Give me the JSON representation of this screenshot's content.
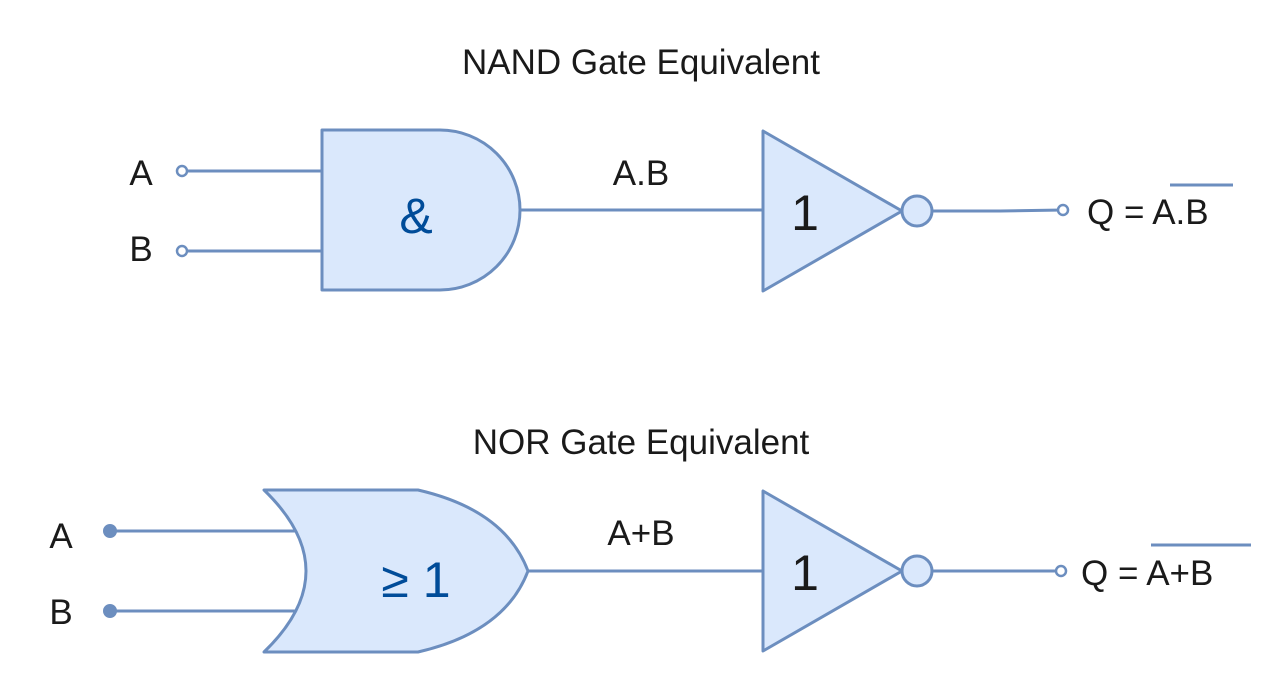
{
  "colors": {
    "stroke": "#6c8ebf",
    "fill": "#dae8fc",
    "symbol_blue": "#004c99",
    "symbol_black": "#1a1a1a",
    "text": "#1a1a1a"
  },
  "nand": {
    "title": "NAND Gate Equivalent",
    "input_a": "A",
    "input_b": "B",
    "and_symbol": "&",
    "intermediate": "A.B",
    "not_symbol": "1",
    "output_prefix": "Q = ",
    "output_expr": "A.B"
  },
  "nor": {
    "title": "NOR Gate Equivalent",
    "input_a": "A",
    "input_b": "B",
    "or_symbol": "≥ 1",
    "intermediate": "A+B",
    "not_symbol": "1",
    "output_prefix": "Q = ",
    "output_expr": "A+B"
  }
}
